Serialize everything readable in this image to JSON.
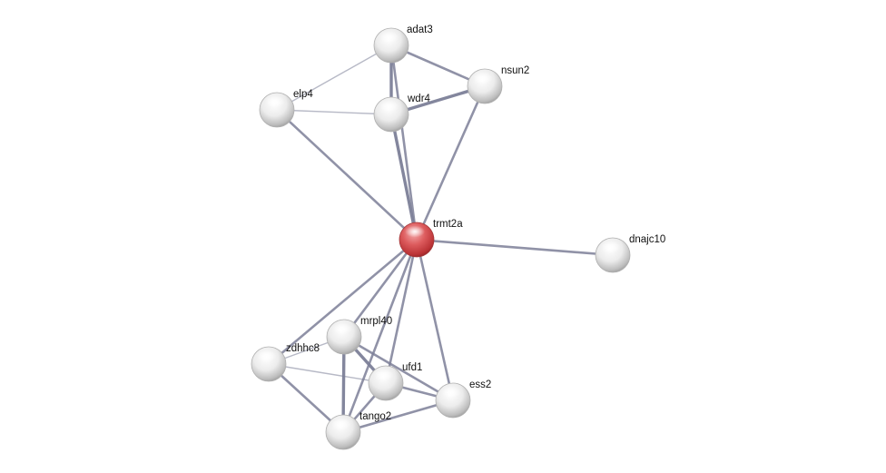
{
  "network": {
    "colors": {
      "query_node": "#d2494b",
      "partner_node": "#e6e6e6",
      "edge": "#7c7f98",
      "background": "#ffffff"
    },
    "nodes": [
      {
        "id": "trmt2a",
        "label": "trmt2a",
        "query": true
      },
      {
        "id": "adat3",
        "label": "adat3",
        "query": false
      },
      {
        "id": "nsun2",
        "label": "nsun2",
        "query": false
      },
      {
        "id": "wdr4",
        "label": "wdr4",
        "query": false
      },
      {
        "id": "elp4",
        "label": "elp4",
        "query": false
      },
      {
        "id": "dnajc10",
        "label": "dnajc10",
        "query": false
      },
      {
        "id": "mrpl40",
        "label": "mrpl40",
        "query": false
      },
      {
        "id": "zdhhc8",
        "label": "zdhhc8",
        "query": false
      },
      {
        "id": "ufd1",
        "label": "ufd1",
        "query": false
      },
      {
        "id": "ess2",
        "label": "ess2",
        "query": false
      },
      {
        "id": "tango2",
        "label": "tango2",
        "query": false
      }
    ],
    "edges": [
      {
        "source": "adat3",
        "target": "wdr4",
        "strength": 3
      },
      {
        "source": "adat3",
        "target": "nsun2",
        "strength": 2
      },
      {
        "source": "adat3",
        "target": "elp4",
        "strength": 1
      },
      {
        "source": "adat3",
        "target": "trmt2a",
        "strength": 2
      },
      {
        "source": "wdr4",
        "target": "nsun2",
        "strength": 3
      },
      {
        "source": "wdr4",
        "target": "elp4",
        "strength": 1
      },
      {
        "source": "wdr4",
        "target": "trmt2a",
        "strength": 3
      },
      {
        "source": "nsun2",
        "target": "trmt2a",
        "strength": 2
      },
      {
        "source": "elp4",
        "target": "trmt2a",
        "strength": 2
      },
      {
        "source": "trmt2a",
        "target": "dnajc10",
        "strength": 2
      },
      {
        "source": "trmt2a",
        "target": "mrpl40",
        "strength": 2
      },
      {
        "source": "trmt2a",
        "target": "zdhhc8",
        "strength": 2
      },
      {
        "source": "trmt2a",
        "target": "ufd1",
        "strength": 2
      },
      {
        "source": "trmt2a",
        "target": "ess2",
        "strength": 2
      },
      {
        "source": "trmt2a",
        "target": "tango2",
        "strength": 2
      },
      {
        "source": "mrpl40",
        "target": "zdhhc8",
        "strength": 1
      },
      {
        "source": "mrpl40",
        "target": "ufd1",
        "strength": 3
      },
      {
        "source": "mrpl40",
        "target": "ess2",
        "strength": 2
      },
      {
        "source": "mrpl40",
        "target": "tango2",
        "strength": 3
      },
      {
        "source": "zdhhc8",
        "target": "ufd1",
        "strength": 1
      },
      {
        "source": "zdhhc8",
        "target": "tango2",
        "strength": 2
      },
      {
        "source": "ufd1",
        "target": "ess2",
        "strength": 2
      },
      {
        "source": "ufd1",
        "target": "tango2",
        "strength": 2
      },
      {
        "source": "ess2",
        "target": "tango2",
        "strength": 2
      }
    ]
  }
}
